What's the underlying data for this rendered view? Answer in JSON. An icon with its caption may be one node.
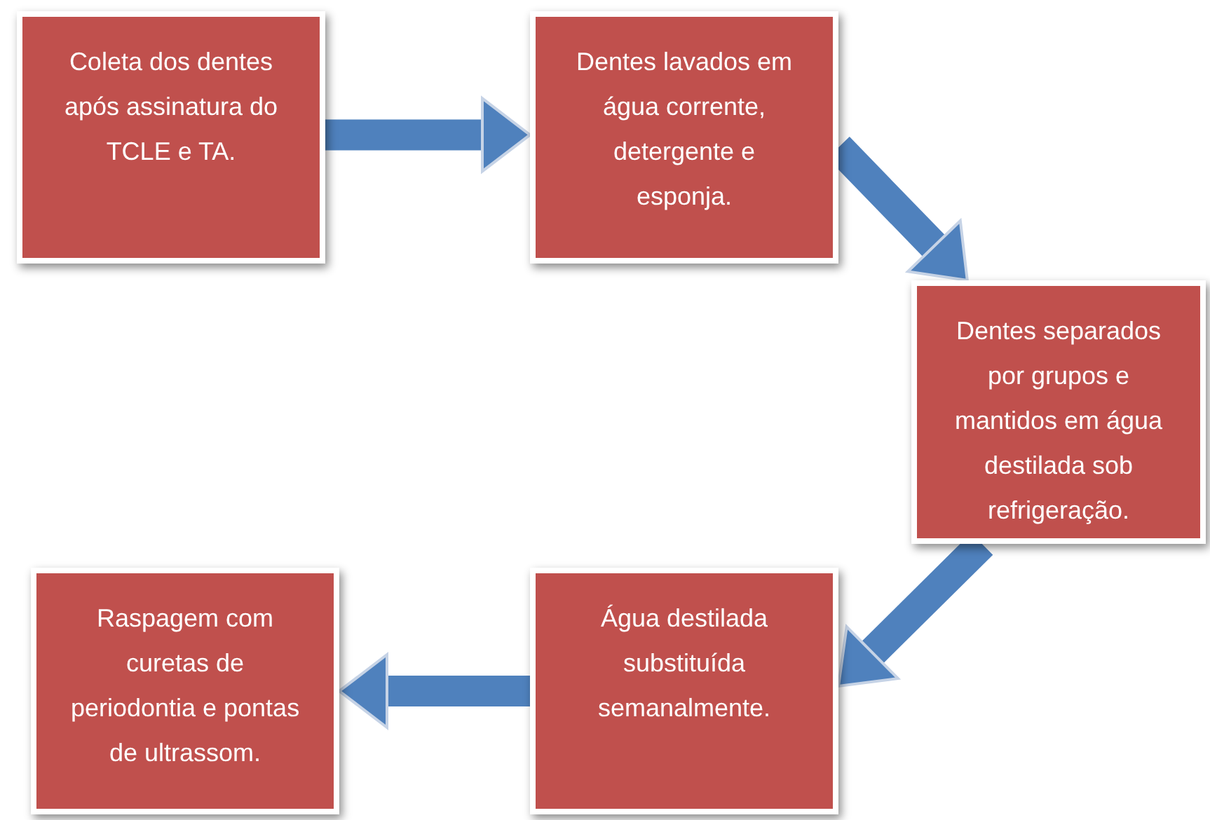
{
  "diagram": {
    "nodes": [
      {
        "text": [
          "Coleta dos dentes após assinatura do TCLE e TA."
        ]
      },
      {
        "text": [
          "Dentes lavados em água corrente, detergente e esponja."
        ]
      },
      {
        "text": [
          "Dentes separados por grupos e mantidos em água destilada sob refrigeração."
        ]
      },
      {
        "text": [
          "Água destilada substituída semanalmente."
        ]
      },
      {
        "text": [
          "Raspagem com curetas de periodontia e pontas de ultrassom."
        ]
      }
    ],
    "edges": [
      {
        "from": 0,
        "to": 1,
        "arrow": "to"
      },
      {
        "from": 1,
        "to": 2,
        "arrow": "to"
      },
      {
        "from": 2,
        "to": 3,
        "arrow": "to"
      },
      {
        "from": 3,
        "to": 4,
        "arrow": "to"
      }
    ]
  }
}
